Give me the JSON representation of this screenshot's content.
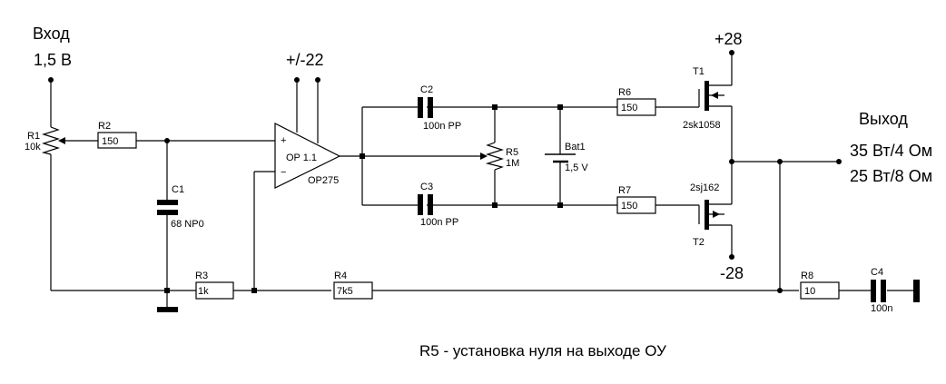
{
  "input": {
    "title": "Вход",
    "level": "1,5 В"
  },
  "output": {
    "title": "Выход",
    "power_4ohm": "35 Вт/4 Ом",
    "power_8ohm": "25 Вт/8 Ом"
  },
  "supplies": {
    "opamp": "+/-22",
    "positive": "+28",
    "negative": "-28"
  },
  "components": {
    "R1": {
      "ref": "R1",
      "value": "10k"
    },
    "R2": {
      "ref": "R2",
      "value": "150"
    },
    "R3": {
      "ref": "R3",
      "value": "1k"
    },
    "R4": {
      "ref": "R4",
      "value": "7k5"
    },
    "R5": {
      "ref": "R5",
      "value": "1M"
    },
    "R6": {
      "ref": "R6",
      "value": "150"
    },
    "R7": {
      "ref": "R7",
      "value": "150"
    },
    "R8": {
      "ref": "R8",
      "value": "10"
    },
    "C1": {
      "ref": "C1",
      "value": "68 NP0"
    },
    "C2": {
      "ref": "C2",
      "value": "100n PP"
    },
    "C3": {
      "ref": "C3",
      "value": "100n PP"
    },
    "C4": {
      "ref": "C4",
      "value": "100n"
    },
    "OP": {
      "ref": "OP 1.1",
      "part": "OP275",
      "plus": "+",
      "minus": "−"
    },
    "Bat1": {
      "ref": "Bat1",
      "value": "1,5 V"
    },
    "T1": {
      "ref": "T1",
      "part": "2sk1058"
    },
    "T2": {
      "ref": "T2",
      "part": "2sj162"
    }
  },
  "note": "R5 - установка нуля на выходе ОУ"
}
